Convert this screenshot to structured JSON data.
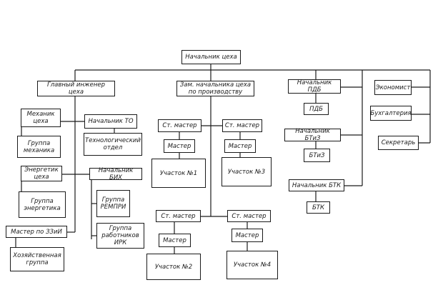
{
  "diagram": {
    "head": "Начальник цеха",
    "chief_engineer": "Главный инженер цеха",
    "mechanic": "Механик\nцеха",
    "mechanic_group": "Группа\nмеханика",
    "to_head": "Начальник ТО",
    "tech_dept": "Технологический\nотдел",
    "power_engineer": "Энергетик\nцеха",
    "power_group": "Группа\nэнергетика",
    "bih_head": "Начальник БИХ",
    "rempri_group": "Группа\nРЕМПРИ",
    "irk_group": "Группа работников\nИРК",
    "zzi_master": "Мастер по ЗЗиИ",
    "household_group": "Хозяйственная\nгруппа",
    "deputy": "Зам. начальника цеха\nпо производству",
    "senior_master_1": "Ст. мастер",
    "master_1": "Мастер",
    "site_1": "Участок №1",
    "senior_master_3": "Ст. мастер",
    "master_3": "Мастер",
    "site_3": "Участок №3",
    "senior_master_2": "Ст. мастер",
    "master_2": "Мастер",
    "site_2": "Участок №2",
    "senior_master_4": "Ст. мастер",
    "master_4": "Мастер",
    "site_4": "Участок №4",
    "pdb_head": "Начальник ПДБ",
    "pdb": "ПДБ",
    "btiz_head": "Начальник БТиЗ",
    "btiz": "БТиЗ",
    "btk_head": "Начальник БТК",
    "btk": "БТК",
    "economist": "Экономист",
    "accounting": "Бухгалтерия",
    "secretary": "Секретарь"
  }
}
